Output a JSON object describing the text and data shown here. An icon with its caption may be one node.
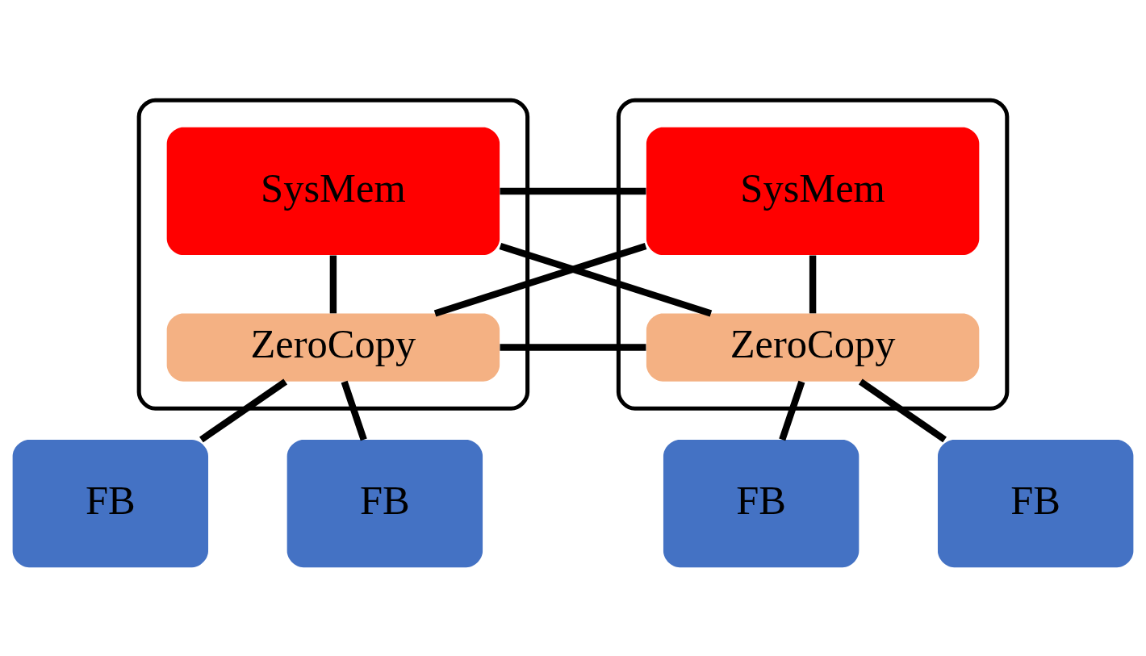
{
  "diagram": {
    "nodes": [
      {
        "text": [],
        "shape": "box"
      },
      {
        "text": [
          "SysMem"
        ],
        "in": 0
      },
      {
        "text": [
          "ZeroCopy"
        ],
        "in": 0
      },
      {
        "text": [],
        "shape": "box"
      },
      {
        "text": [
          "SysMem"
        ],
        "in": 3
      },
      {
        "text": [
          "ZeroCopy"
        ],
        "in": 3
      },
      {
        "text": [
          "FB"
        ]
      },
      {
        "text": [
          "FB"
        ]
      },
      {
        "text": [
          "FB"
        ]
      },
      {
        "text": [
          "FB"
        ]
      }
    ],
    "edges": [
      {
        "from": 1,
        "to": 2,
        "arrow": "none"
      },
      {
        "from": 1,
        "to": 4,
        "arrow": "none"
      },
      {
        "from": 1,
        "to": 5,
        "arrow": "none"
      },
      {
        "from": 2,
        "to": 4,
        "arrow": "none"
      },
      {
        "from": 2,
        "to": 5,
        "arrow": "none"
      },
      {
        "from": 4,
        "to": 5,
        "arrow": "none"
      },
      {
        "from": 2,
        "to": 6,
        "arrow": "none"
      },
      {
        "from": 2,
        "to": 7,
        "arrow": "none"
      },
      {
        "from": 5,
        "to": 8,
        "arrow": "none"
      },
      {
        "from": 5,
        "to": 9,
        "arrow": "none"
      }
    ]
  }
}
